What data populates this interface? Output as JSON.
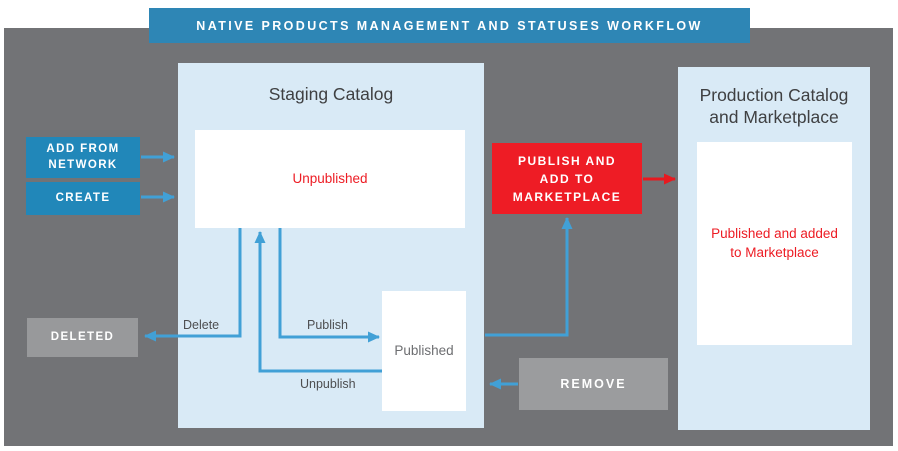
{
  "banner": {
    "title": "NATIVE PRODUCTS MANAGEMENT AND STATUSES WORKFLOW"
  },
  "actions": {
    "add_from_network": "ADD FROM NETWORK",
    "create": "CREATE",
    "deleted": "DELETED",
    "remove": "REMOVE",
    "publish_and_add": "PUBLISH AND ADD TO MARKETPLACE"
  },
  "staging": {
    "title": "Staging Catalog",
    "states": {
      "unpublished": "Unpublished",
      "published": "Published"
    }
  },
  "production": {
    "title": "Production Catalog and Marketplace",
    "state": "Published and added to Marketplace"
  },
  "transitions": {
    "delete": "Delete",
    "publish": "Publish",
    "unpublish": "Unpublish"
  },
  "colors": {
    "banner_blue": "#2E86B5",
    "button_blue": "#2187B9",
    "arrow_blue": "#41A0D6",
    "panel_light_blue": "#D9EAF6",
    "background_gray": "#727376",
    "gray_button": "#98999B",
    "alert_red": "#EE1C25",
    "status_text_red": "#ED1C24"
  }
}
